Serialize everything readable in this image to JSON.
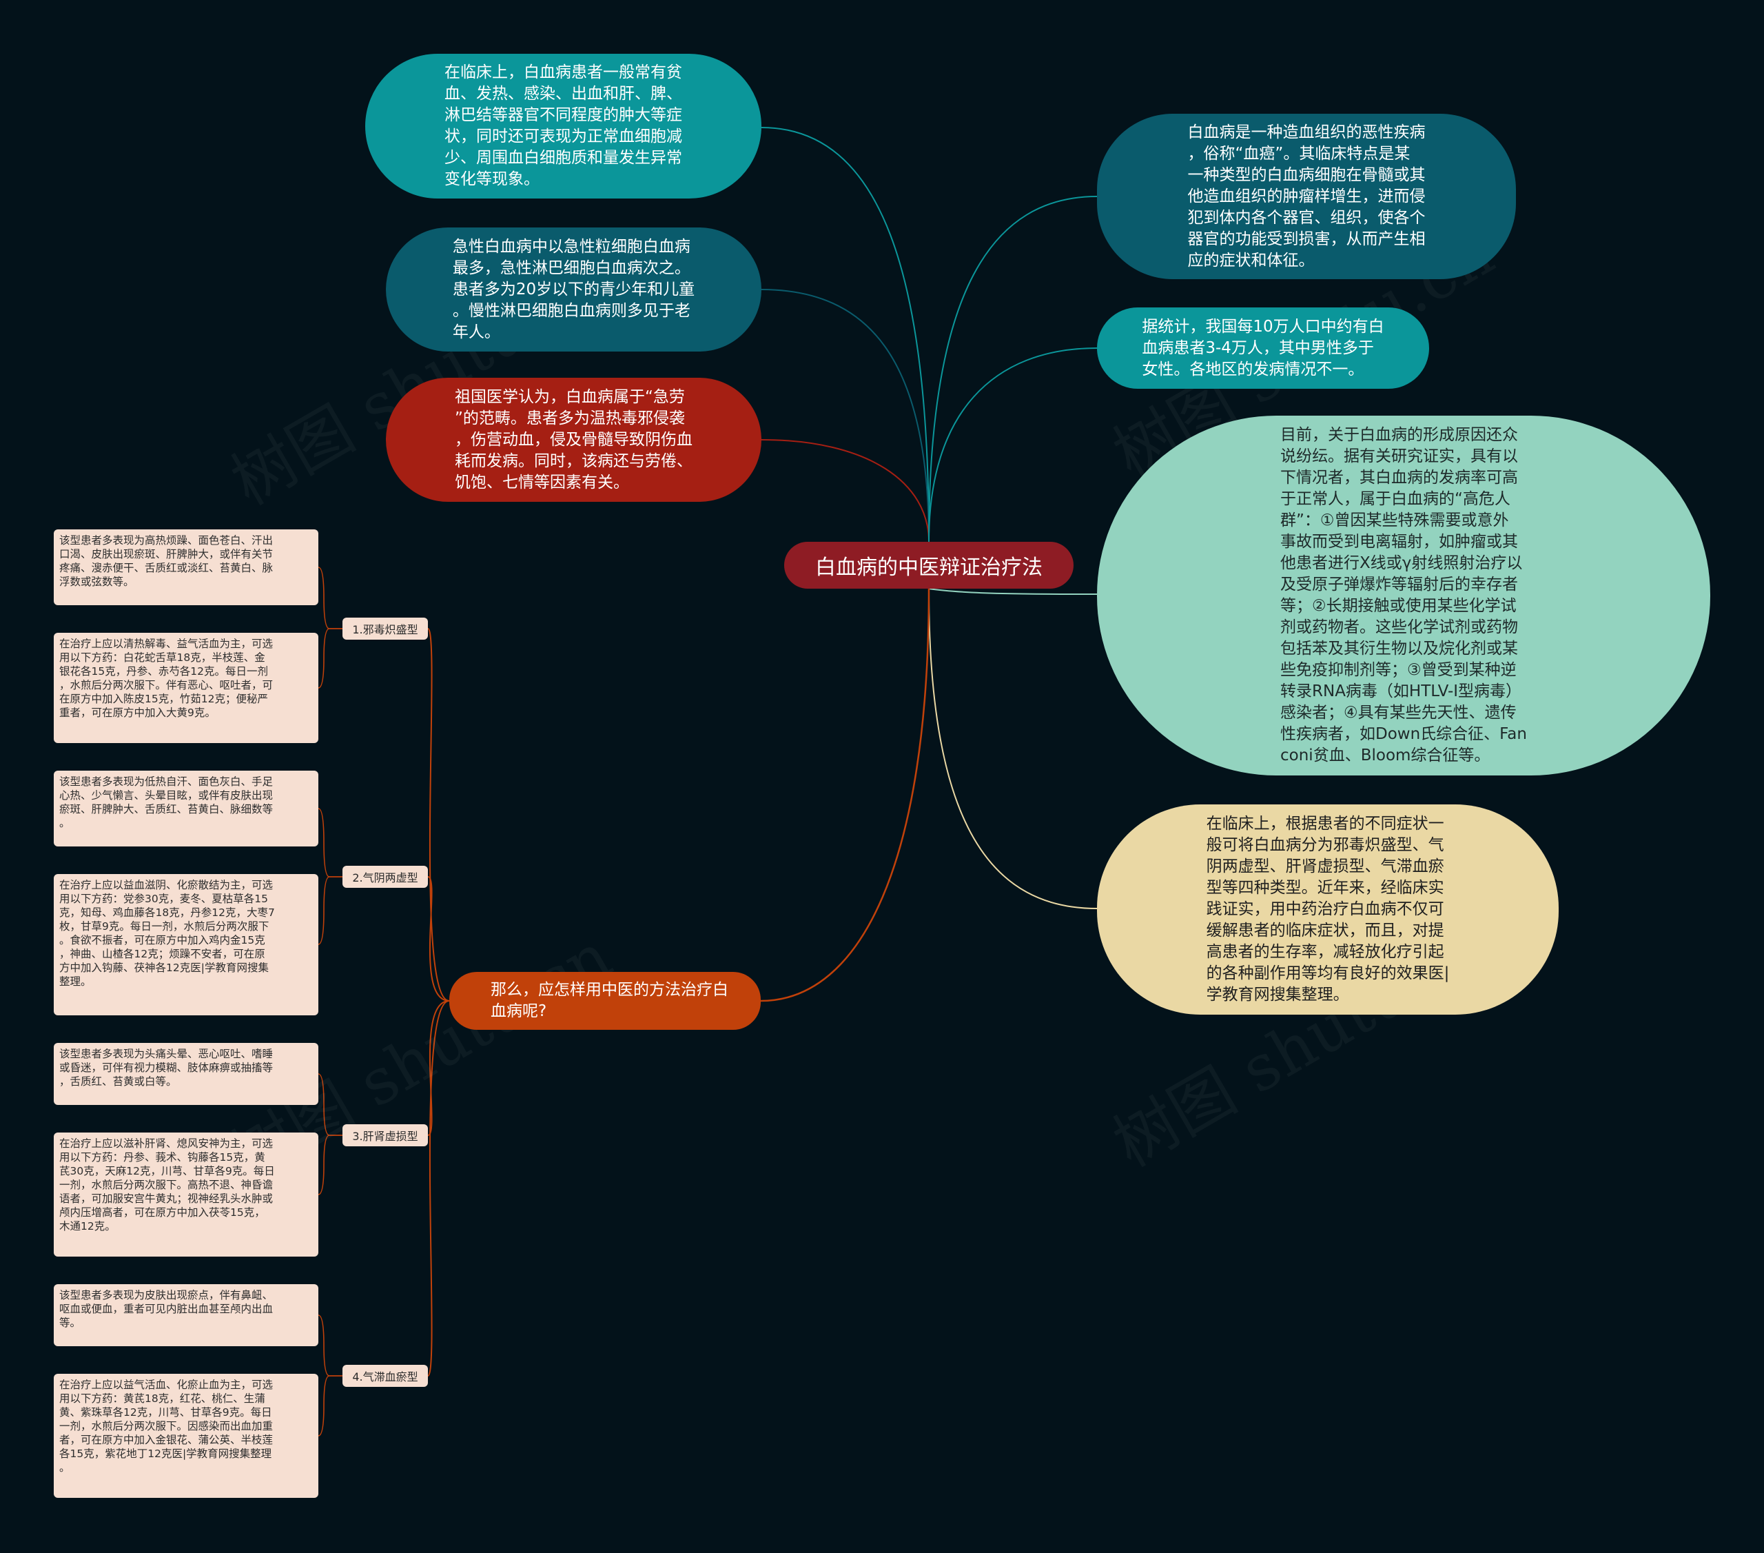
{
  "colors": {
    "background": "#03121a",
    "center": "#8e1c24",
    "teal": "#0b969a",
    "dark_teal": "#0a5b6c",
    "red": "#a51f13",
    "mint": "#93d3bf",
    "cream": "#ead8a4",
    "orange": "#c1410a",
    "leaf": "#f6dfd2"
  },
  "watermark": "树图 shutu.cn",
  "center": {
    "label": "白血病的中医辩证治疗法"
  },
  "left_nodes": [
    {
      "text": "在临床上，白血病患者一般常有贫\n血、发热、感染、出血和肝、脾、\n淋巴结等器官不同程度的肿大等症\n状，同时还可表现为正常血细胞减\n少、周围血白细胞质和量发生异常\n变化等现象。"
    },
    {
      "text": "急性白血病中以急性粒细胞白血病\n最多，急性淋巴细胞白血病次之。\n患者多为20岁以下的青少年和儿童\n。慢性淋巴细胞白血病则多见于老\n年人。"
    },
    {
      "text": "祖国医学认为，白血病属于“急劳\n”的范畴。患者多为温热毒邪侵袭\n，伤营动血，侵及骨髓导致阴伤血\n耗而发病。同时，该病还与劳倦、\n饥饱、七情等因素有关。"
    }
  ],
  "right_nodes": [
    {
      "text": "白血病是一种造血组织的恶性疾病\n，俗称“血癌”。其临床特点是某\n一种类型的白血病细胞在骨髓或其\n他造血组织的肿瘤样增生，进而侵\n犯到体内各个器官、组织，使各个\n器官的功能受到损害，从而产生相\n应的症状和体征。"
    },
    {
      "text": "据统计，我国每10万人口中约有白\n血病患者3-4万人，其中男性多于\n女性。各地区的发病情况不一。"
    },
    {
      "text": "目前，关于白血病的形成原因还众\n说纷纭。据有关研究证实，具有以\n下情况者，其白血病的发病率可高\n于正常人，属于白血病的“高危人\n群”：①曾因某些特殊需要或意外\n事故而受到电离辐射，如肿瘤或其\n他患者进行X线或γ射线照射治疗以\n及受原子弹爆炸等辐射后的幸存者\n等；②长期接触或使用某些化学试\n剂或药物者。这些化学试剂或药物\n包括苯及其衍生物以及烷化剂或某\n些免疫抑制剂等；③曾受到某种逆\n转录RNA病毒（如HTLV-Ⅰ型病毒）\n感染者；④具有某些先天性、遗传\n性疾病者，如Down氏综合征、Fan\nconi贫血、Bloom综合征等。"
    },
    {
      "text": "在临床上，根据患者的不同症状一\n般可将白血病分为邪毒炽盛型、气\n阴两虚型、肝肾虚损型、气滞血瘀\n型等四种类型。近年来，经临床实\n践证实，用中药治疗白血病不仅可\n缓解患者的临床症状，而且，对提\n高患者的生存率，减轻放化疗引起\n的各种副作用等均有良好的效果医|\n学教育网搜集整理。"
    }
  ],
  "branch": {
    "text": "那么，应怎样用中医的方法治疗白\n血病呢?"
  },
  "types": [
    {
      "label": "1.邪毒炽盛型",
      "leaves": [
        "该型患者多表现为高热烦躁、面色苍白、汗出\n口渴、皮肤出现瘀斑、肝脾肿大，或伴有关节\n疼痛、溲赤便干、舌质红或淡红、苔黄白、脉\n浮数或弦数等。",
        "在治疗上应以清热解毒、益气活血为主，可选\n用以下方药：白花蛇舌草18克，半枝莲、金\n银花各15克，丹参、赤芍各12克。每日一剂\n，水煎后分两次服下。伴有恶心、呕吐者，可\n在原方中加入陈皮15克，竹茹12克；便秘严\n重者，可在原方中加入大黄9克。"
      ]
    },
    {
      "label": "2.气阴两虚型",
      "leaves": [
        "该型患者多表现为低热自汗、面色灰白、手足\n心热、少气懒言、头晕目眩，或伴有皮肤出现\n瘀斑、肝脾肿大、舌质红、苔黄白、脉细数等\n。",
        "在治疗上应以益血滋阴、化瘀散结为主，可选\n用以下方药：党参30克，麦冬、夏枯草各15\n克，知母、鸡血藤各18克，丹参12克，大枣7\n枚，甘草9克。每日一剂，水煎后分两次服下\n。食欲不振者，可在原方中加入鸡内金15克\n，神曲、山楂各12克；烦躁不安者，可在原\n方中加入钩藤、茯神各12克医|学教育网搜集\n整理。"
      ]
    },
    {
      "label": "3.肝肾虚损型",
      "leaves": [
        "该型患者多表现为头痛头晕、恶心呕吐、嗜睡\n或昏迷，可伴有视力模糊、肢体麻痹或抽搐等\n，舌质红、苔黄或白等。",
        "在治疗上应以滋补肝肾、熄风安神为主，可选\n用以下方药：丹参、莪术、钩藤各15克，黄\n芪30克，天麻12克，川芎、甘草各9克。每日\n一剂，水煎后分两次服下。高热不退、神昏谵\n语者，可加服安宫牛黄丸；视神经乳头水肿或\n颅内压增高者，可在原方中加入茯苓15克，\n木通12克。"
      ]
    },
    {
      "label": "4.气滞血瘀型",
      "leaves": [
        "该型患者多表现为皮肤出现瘀点，伴有鼻衄、\n呕血或便血，重者可见内脏出血甚至颅内出血\n等。",
        "在治疗上应以益气活血、化瘀止血为主，可选\n用以下方药：黄芪18克，红花、桃仁、生蒲\n黄、紫珠草各12克，川芎、甘草各9克。每日\n一剂，水煎后分两次服下。因感染而出血加重\n者，可在原方中加入金银花、蒲公英、半枝莲\n各15克，紫花地丁12克医|学教育网搜集整理\n。"
      ]
    }
  ]
}
